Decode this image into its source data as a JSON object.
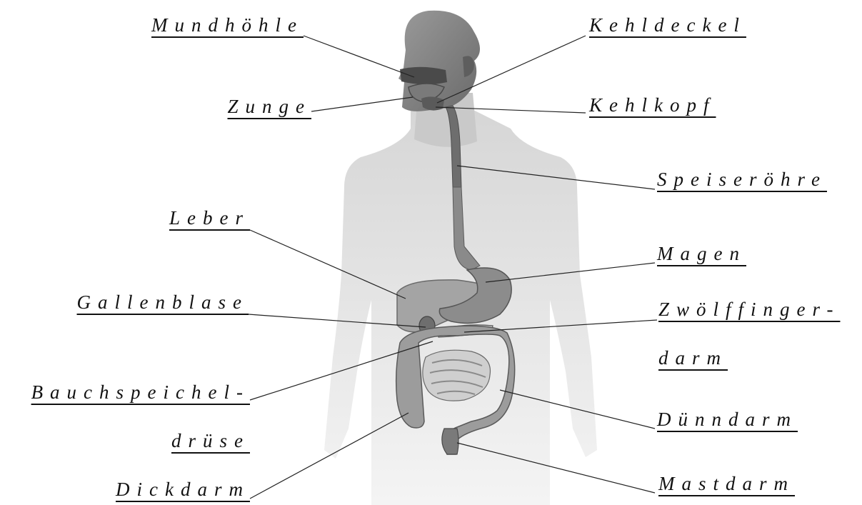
{
  "labels": {
    "mundhoehle": "Mundhöhle",
    "zunge": "Zunge",
    "leber": "Leber",
    "gallenblase": "Gallenblase",
    "bauchspeichel_1": "Bauchspeichel-",
    "bauchspeichel_2": "drüse",
    "dickdarm": "Dickdarm",
    "kehldeckel": "Kehldeckel",
    "kehlkopf": "Kehlkopf",
    "speiseroehre": "Speiseröhre",
    "magen": "Magen",
    "zwoelffinger_1": "Zwölffinger-",
    "zwoelffinger_2": "darm",
    "duenndarm": "Dünndarm",
    "mastdarm": "Mastdarm"
  },
  "colors": {
    "body": "#ececec",
    "head": "#8a8a8a",
    "organ_dark": "#6e6e6e",
    "organ_mid": "#9a9a9a",
    "organ_light": "#bdbdbd",
    "line": "#222222"
  }
}
